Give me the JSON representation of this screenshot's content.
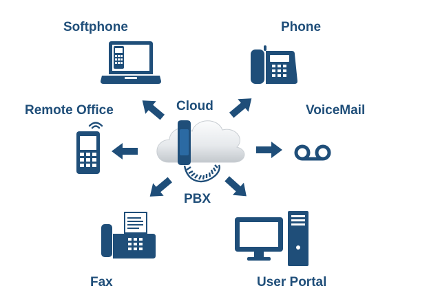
{
  "diagram": {
    "hub": {
      "top_label": "Cloud",
      "bottom_label": "PBX"
    },
    "nodes": [
      {
        "id": "softphone",
        "label": "Softphone",
        "icon": "laptop-icon"
      },
      {
        "id": "phone",
        "label": "Phone",
        "icon": "desk-phone-icon"
      },
      {
        "id": "remote-office",
        "label": "Remote Office",
        "icon": "mobile-phone-icon"
      },
      {
        "id": "voicemail",
        "label": "VoiceMail",
        "icon": "voicemail-icon"
      },
      {
        "id": "fax",
        "label": "Fax",
        "icon": "fax-machine-icon"
      },
      {
        "id": "user-portal",
        "label": "User Portal",
        "icon": "desktop-computer-icon"
      }
    ]
  },
  "colors": {
    "primary": "#1f4e79",
    "cloud_light": "#f2f4f6",
    "cloud_dark": "#c3c8cd"
  }
}
